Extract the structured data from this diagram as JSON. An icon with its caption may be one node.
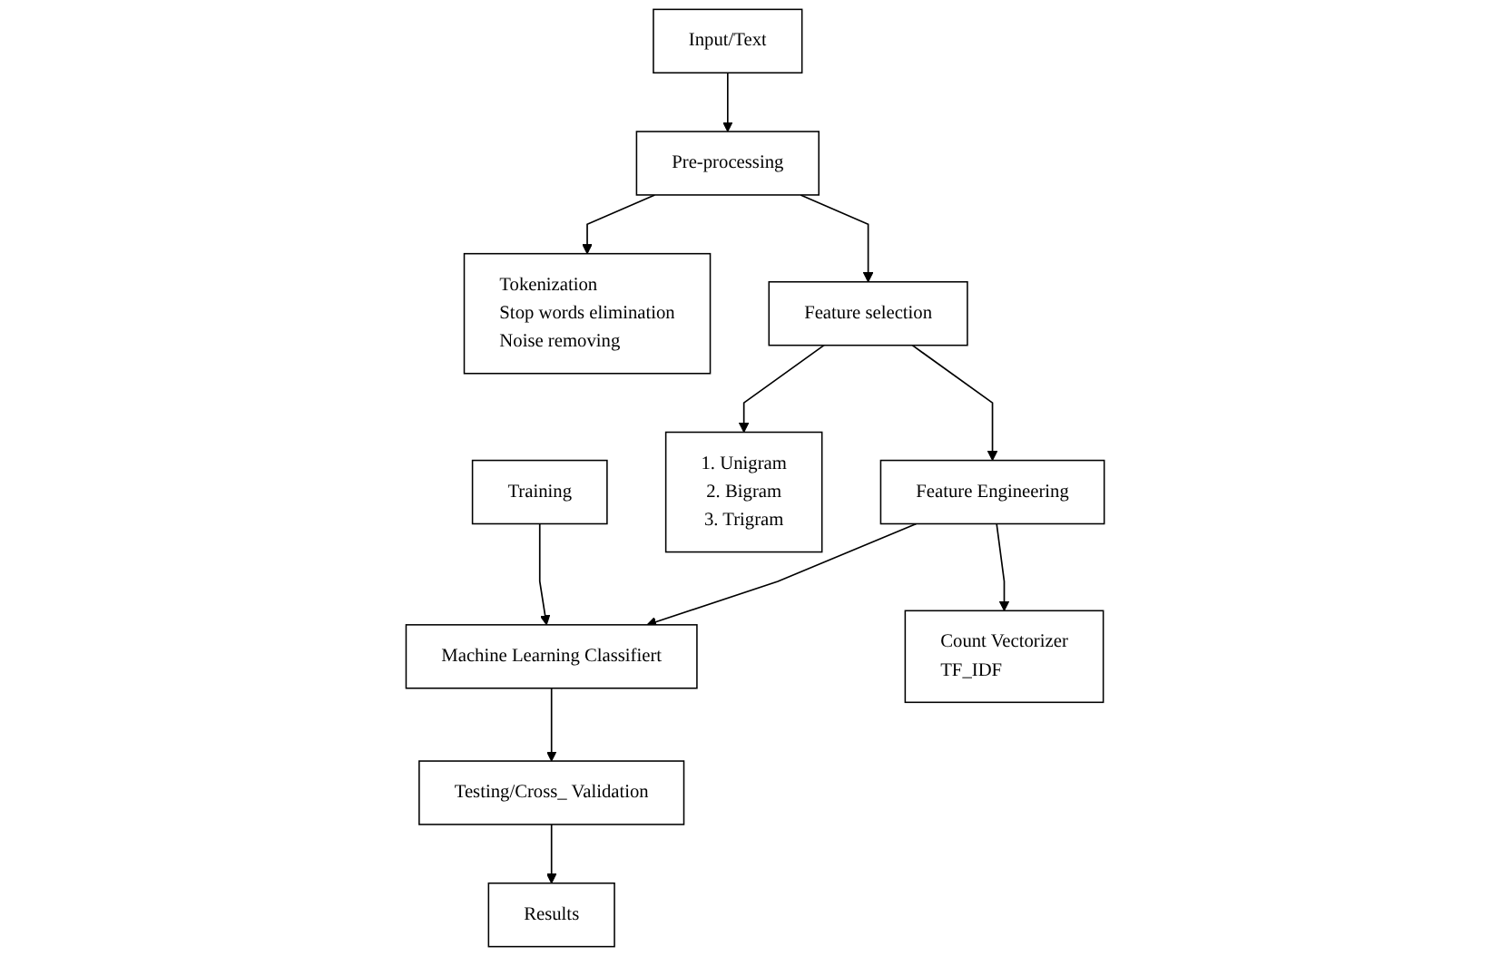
{
  "diagram": {
    "nodes": [
      {
        "text": [
          "Input/Text"
        ]
      },
      {
        "text": [
          "Pre-processing"
        ]
      },
      {
        "text": [
          "Tokenization",
          "Stop words elimination",
          "Noise removing"
        ]
      },
      {
        "text": [
          "Training"
        ]
      },
      {
        "text": [
          "1. Unigram",
          "2. Bigram",
          "3. Trigram"
        ]
      },
      {
        "text": [
          "Feature selection"
        ]
      },
      {
        "text": [
          "Machine Learning Classifiert"
        ]
      },
      {
        "text": [
          "Feature Engineering"
        ]
      },
      {
        "text": [
          "Testing/Cross_ Validation"
        ]
      },
      {
        "text": [
          "Count Vectorizer",
          "TF_IDF"
        ]
      },
      {
        "text": [
          "Results"
        ]
      }
    ],
    "edges": [
      {
        "from": 0,
        "to": 1,
        "arrow": "to"
      },
      {
        "from": 1,
        "to": 2,
        "arrow": "to"
      },
      {
        "from": 1,
        "to": 5,
        "arrow": "to"
      },
      {
        "from": 5,
        "to": 4,
        "arrow": "to"
      },
      {
        "from": 5,
        "to": 7,
        "arrow": "to"
      },
      {
        "from": 7,
        "to": 6,
        "arrow": "to"
      },
      {
        "from": 3,
        "to": 6,
        "arrow": "to"
      },
      {
        "from": 6,
        "to": 8,
        "arrow": "to"
      },
      {
        "from": 7,
        "to": 9,
        "arrow": "to"
      },
      {
        "from": 8,
        "to": 10,
        "arrow": "to"
      }
    ]
  }
}
